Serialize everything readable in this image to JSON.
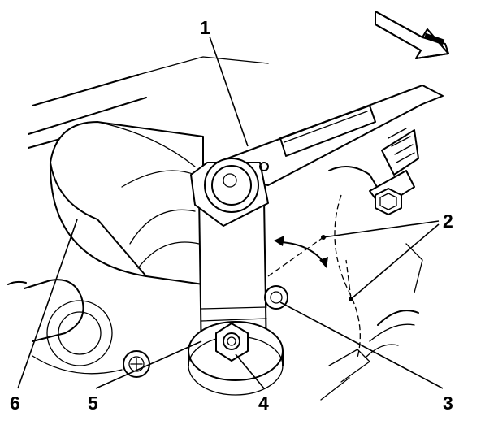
{
  "callouts": {
    "c1": "1",
    "c2": "2",
    "c3": "3",
    "c4": "4",
    "c5": "5",
    "c6": "6"
  },
  "icons": {
    "direction_arrow": "front-direction-arrow-icon",
    "adjust_arrow": "double-headed-arc-arrow-icon"
  }
}
